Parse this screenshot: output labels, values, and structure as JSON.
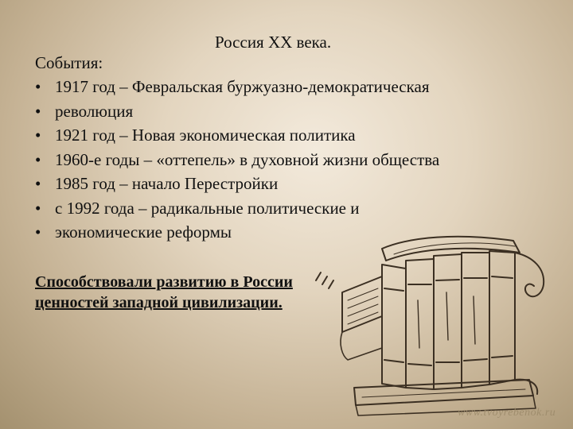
{
  "slide": {
    "title": "Россия ХХ века.",
    "events_label": "События:",
    "bullet_glyph": "•",
    "events": [
      "1917 год – Февральская буржуазно-демократическая",
      "революция",
      "1921 год – Новая экономическая политика",
      "1960-е годы – «оттепель» в духовной жизни общества",
      "1985 год – начало Перестройки",
      "с 1992 года – радикальные политические и",
      "экономические реформы"
    ],
    "note": "Способствовали развитию в России ценностей западной цивилизации.",
    "watermark": "www.tvoyrebenok.ru"
  },
  "illustration": {
    "icon": "books-sketch-icon",
    "stroke_color": "#3b2f22"
  }
}
